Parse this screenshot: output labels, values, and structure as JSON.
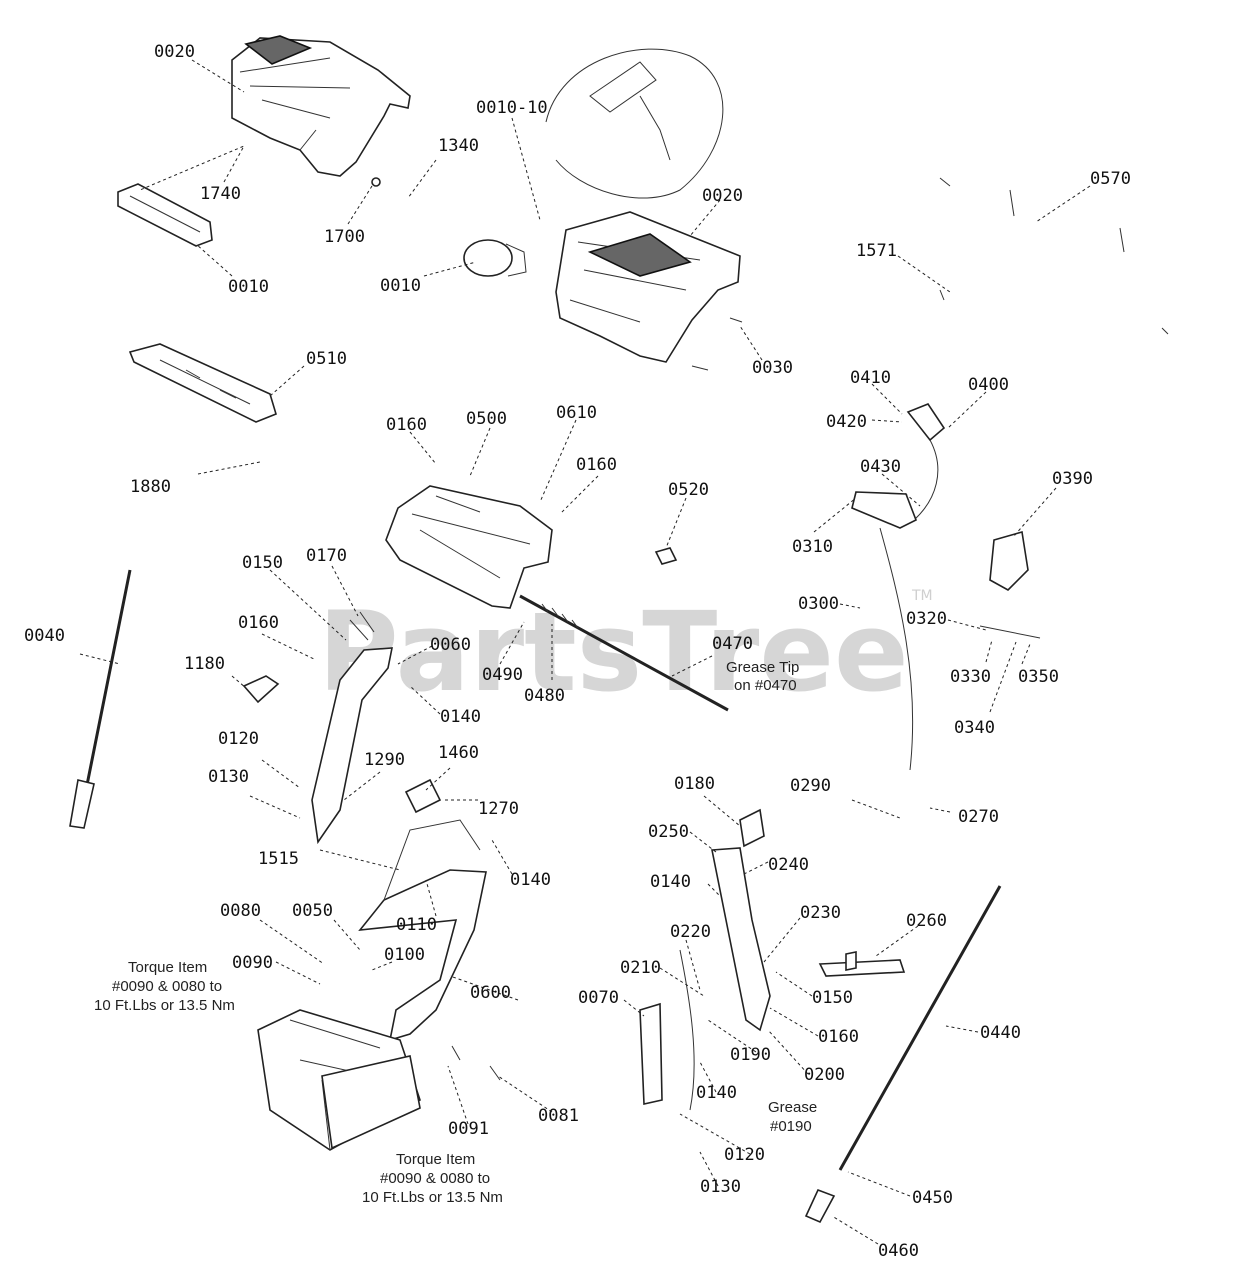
{
  "watermark": "PartsTree",
  "watermark_tm": "TM",
  "labels": [
    {
      "id": "p0020a",
      "text": "0020"
    },
    {
      "id": "p0010_10",
      "text": "0010-10"
    },
    {
      "id": "p1340",
      "text": "1340"
    },
    {
      "id": "p1740",
      "text": "1740"
    },
    {
      "id": "p1700",
      "text": "1700"
    },
    {
      "id": "p0010a",
      "text": "0010"
    },
    {
      "id": "p0020b",
      "text": "0020"
    },
    {
      "id": "p0570",
      "text": "0570"
    },
    {
      "id": "p1571",
      "text": "1571"
    },
    {
      "id": "p0010b",
      "text": "0010"
    },
    {
      "id": "p0030",
      "text": "0030"
    },
    {
      "id": "p0510",
      "text": "0510"
    },
    {
      "id": "p0410",
      "text": "0410"
    },
    {
      "id": "p0400",
      "text": "0400"
    },
    {
      "id": "p0420",
      "text": "0420"
    },
    {
      "id": "p0160a",
      "text": "0160"
    },
    {
      "id": "p0500",
      "text": "0500"
    },
    {
      "id": "p0610",
      "text": "0610"
    },
    {
      "id": "p0160b",
      "text": "0160"
    },
    {
      "id": "p0430",
      "text": "0430"
    },
    {
      "id": "p0390",
      "text": "0390"
    },
    {
      "id": "p1880",
      "text": "1880"
    },
    {
      "id": "p0520",
      "text": "0520"
    },
    {
      "id": "p0310",
      "text": "0310"
    },
    {
      "id": "p0150a",
      "text": "0150"
    },
    {
      "id": "p0170",
      "text": "0170"
    },
    {
      "id": "p0300",
      "text": "0300"
    },
    {
      "id": "p0320",
      "text": "0320"
    },
    {
      "id": "p0160c",
      "text": "0160"
    },
    {
      "id": "p0060",
      "text": "0060"
    },
    {
      "id": "p0470",
      "text": "0470"
    },
    {
      "id": "p0040",
      "text": "0040"
    },
    {
      "id": "p1180",
      "text": "1180"
    },
    {
      "id": "p0490",
      "text": "0490"
    },
    {
      "id": "p0330",
      "text": "0330"
    },
    {
      "id": "p0350",
      "text": "0350"
    },
    {
      "id": "p0480",
      "text": "0480"
    },
    {
      "id": "p0140a",
      "text": "0140"
    },
    {
      "id": "p0340",
      "text": "0340"
    },
    {
      "id": "p0120a",
      "text": "0120"
    },
    {
      "id": "p1460",
      "text": "1460"
    },
    {
      "id": "p1290",
      "text": "1290"
    },
    {
      "id": "p0130a",
      "text": "0130"
    },
    {
      "id": "p0180",
      "text": "0180"
    },
    {
      "id": "p0290",
      "text": "0290"
    },
    {
      "id": "p1270",
      "text": "1270"
    },
    {
      "id": "p0270",
      "text": "0270"
    },
    {
      "id": "p0250",
      "text": "0250"
    },
    {
      "id": "p1515",
      "text": "1515"
    },
    {
      "id": "p0240",
      "text": "0240"
    },
    {
      "id": "p0140b",
      "text": "0140"
    },
    {
      "id": "p0140c",
      "text": "0140"
    },
    {
      "id": "p0080",
      "text": "0080"
    },
    {
      "id": "p0050",
      "text": "0050"
    },
    {
      "id": "p0110",
      "text": "0110"
    },
    {
      "id": "p0230",
      "text": "0230"
    },
    {
      "id": "p0260",
      "text": "0260"
    },
    {
      "id": "p0220",
      "text": "0220"
    },
    {
      "id": "p0090",
      "text": "0090"
    },
    {
      "id": "p0100",
      "text": "0100"
    },
    {
      "id": "p0210",
      "text": "0210"
    },
    {
      "id": "p0150b",
      "text": "0150"
    },
    {
      "id": "p0600",
      "text": "0600"
    },
    {
      "id": "p0070",
      "text": "0070"
    },
    {
      "id": "p0160d",
      "text": "0160"
    },
    {
      "id": "p0440",
      "text": "0440"
    },
    {
      "id": "p0190",
      "text": "0190"
    },
    {
      "id": "p0200",
      "text": "0200"
    },
    {
      "id": "p0140d",
      "text": "0140"
    },
    {
      "id": "p0091",
      "text": "0091"
    },
    {
      "id": "p0081",
      "text": "0081"
    },
    {
      "id": "p0120b",
      "text": "0120"
    },
    {
      "id": "p0130b",
      "text": "0130"
    },
    {
      "id": "p0450",
      "text": "0450"
    },
    {
      "id": "p0460",
      "text": "0460"
    }
  ],
  "notes": {
    "grease_tip": [
      "Grease Tip",
      "on #0470"
    ],
    "torque_left": [
      "Torque Item",
      "#0090 & 0080 to",
      "10 Ft.Lbs or 13.5 Nm"
    ],
    "grease_0190": [
      "Grease",
      "#0190"
    ],
    "torque_bottom": [
      "Torque  Item",
      "#0090 & 0080 to",
      "10 Ft.Lbs or 13.5 Nm"
    ]
  }
}
